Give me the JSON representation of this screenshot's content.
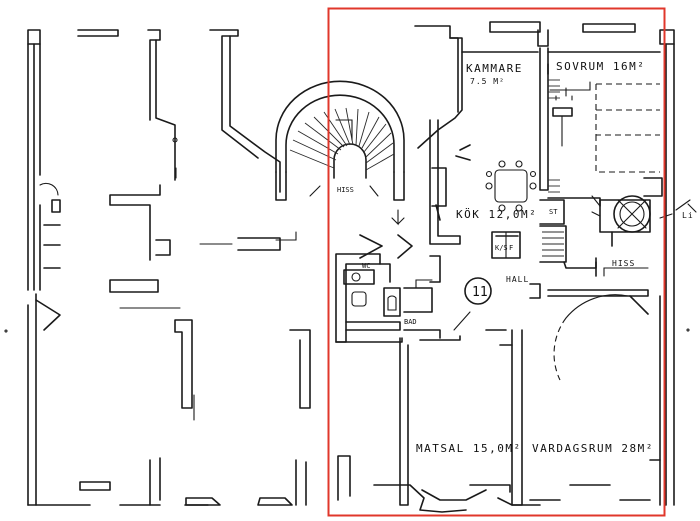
{
  "highlight_color": "#e0372b",
  "labels": {
    "kammare": "KAMMARE",
    "kammare_area": "7.5 M²",
    "sovrum": "SOVRUM 16M²",
    "kok": "KÖK 12,0M²",
    "hiss_stair": "HISS",
    "hiss": "HISS",
    "hall": "HALL",
    "wc": "WC",
    "bad": "BAD",
    "st": "ST",
    "ks": "K/S",
    "f": "F",
    "matsal": "MATSAL 15,0M²",
    "vardagsrum": "VARDAGSRUM 28M²",
    "apartment_number": "11",
    "lineup": "Li"
  }
}
